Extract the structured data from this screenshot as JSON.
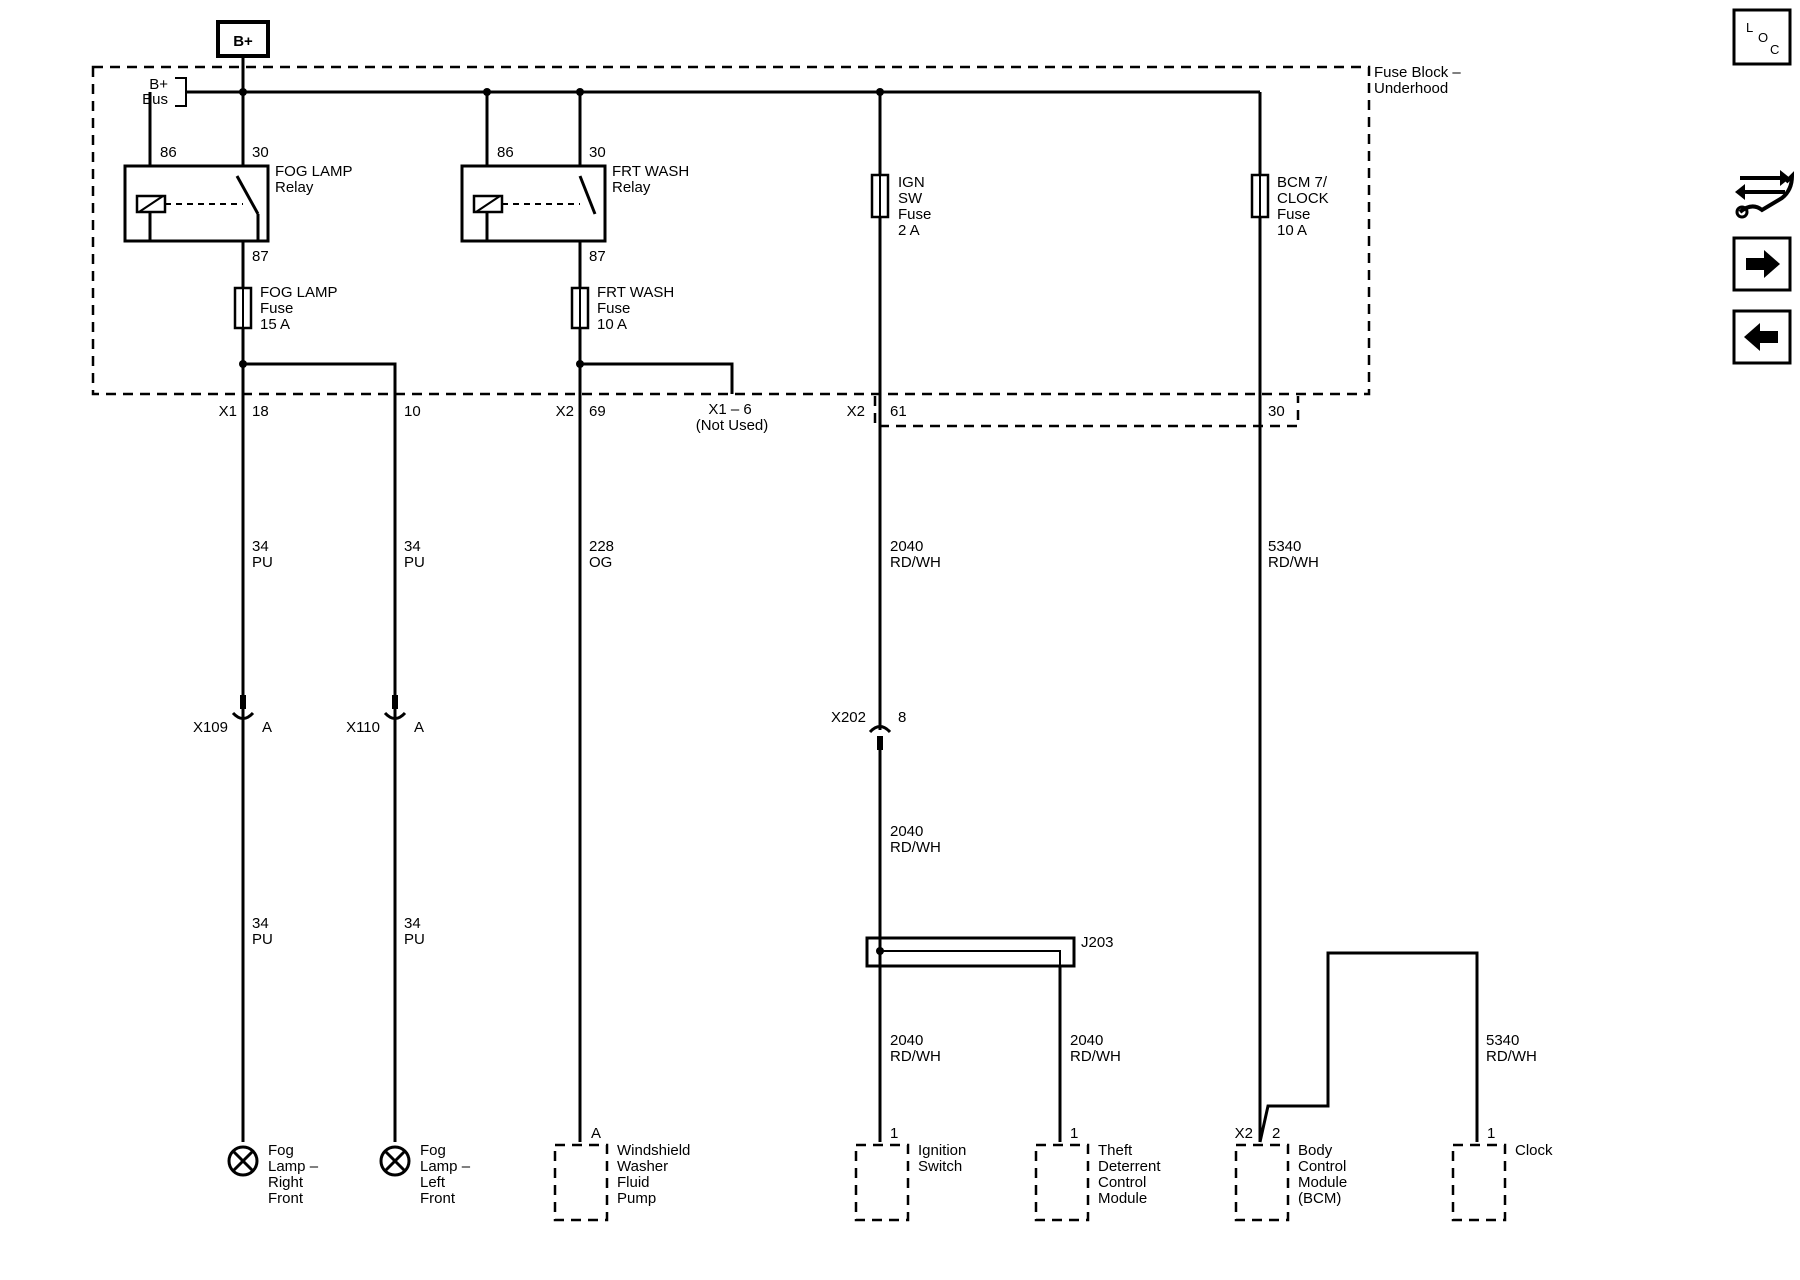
{
  "power": {
    "b_plus": "B+",
    "bus_line1": "B+",
    "bus_line2": "Bus"
  },
  "fuse_block": {
    "line1": "Fuse Block –",
    "line2": "Underhood"
  },
  "fog_relay": {
    "pin86": "86",
    "pin30": "30",
    "pin87": "87",
    "line1": "FOG LAMP",
    "line2": "Relay"
  },
  "frt_relay": {
    "pin86": "86",
    "pin30": "30",
    "pin87": "87",
    "line1": "FRT WASH",
    "line2": "Relay"
  },
  "fog_fuse": {
    "line1": "FOG LAMP",
    "line2": "Fuse",
    "line3": "15 A"
  },
  "frt_fuse": {
    "line1": "FRT WASH",
    "line2": "Fuse",
    "line3": "10 A"
  },
  "ign_fuse": {
    "line1": "IGN",
    "line2": "SW",
    "line3": "Fuse",
    "line4": "2 A"
  },
  "bcm_fuse": {
    "line1": "BCM 7/",
    "line2": "CLOCK",
    "line3": "Fuse",
    "line4": "10 A"
  },
  "connectors": {
    "x1": "X1",
    "x1_18": "18",
    "x1_10": "10",
    "x2": "X2",
    "x2_69": "69",
    "x1_6_line1": "X1 – 6",
    "x1_6_line2": "(Not Used)",
    "x2b": "X2",
    "x2_61": "61",
    "x2_30": "30",
    "x109": "X109",
    "x109_pin": "A",
    "x110": "X110",
    "x110_pin": "A",
    "x202": "X202",
    "x202_pin": "8",
    "j203": "J203"
  },
  "wires": {
    "w1": {
      "circuit": "34",
      "color": "PU"
    },
    "w2": {
      "circuit": "34",
      "color": "PU"
    },
    "w3": {
      "circuit": "228",
      "color": "OG"
    },
    "w4": {
      "circuit": "2040",
      "color": "RD/WH"
    },
    "w5": {
      "circuit": "5340",
      "color": "RD/WH"
    },
    "w6": {
      "circuit": "34",
      "color": "PU"
    },
    "w7": {
      "circuit": "34",
      "color": "PU"
    },
    "w8": {
      "circuit": "2040",
      "color": "RD/WH"
    },
    "w9": {
      "circuit": "2040",
      "color": "RD/WH"
    },
    "w10": {
      "circuit": "2040",
      "color": "RD/WH"
    },
    "w11": {
      "circuit": "5340",
      "color": "RD/WH"
    }
  },
  "components": {
    "fog_right": {
      "line1": "Fog",
      "line2": "Lamp –",
      "line3": "Right",
      "line4": "Front"
    },
    "fog_left": {
      "line1": "Fog",
      "line2": "Lamp –",
      "line3": "Left",
      "line4": "Front"
    },
    "washer": {
      "pin": "A",
      "line1": "Windshield",
      "line2": "Washer",
      "line3": "Fluid",
      "line4": "Pump"
    },
    "ignition": {
      "pin": "1",
      "line1": "Ignition",
      "line2": "Switch"
    },
    "theft": {
      "pin": "1",
      "line1": "Theft",
      "line2": "Deterrent",
      "line3": "Control",
      "line4": "Module"
    },
    "bcm": {
      "connector": "X2",
      "pin": "2",
      "line1": "Body",
      "line2": "Control",
      "line3": "Module",
      "line4": "(BCM)"
    },
    "clock": {
      "pin": "1",
      "line1": "Clock"
    }
  },
  "side_panel": {
    "loc_l": "L",
    "loc_o": "O",
    "loc_c": "C",
    "icons": [
      "locator-icon",
      "harness-wrench-icon",
      "arrow-right-icon",
      "arrow-left-icon"
    ]
  }
}
